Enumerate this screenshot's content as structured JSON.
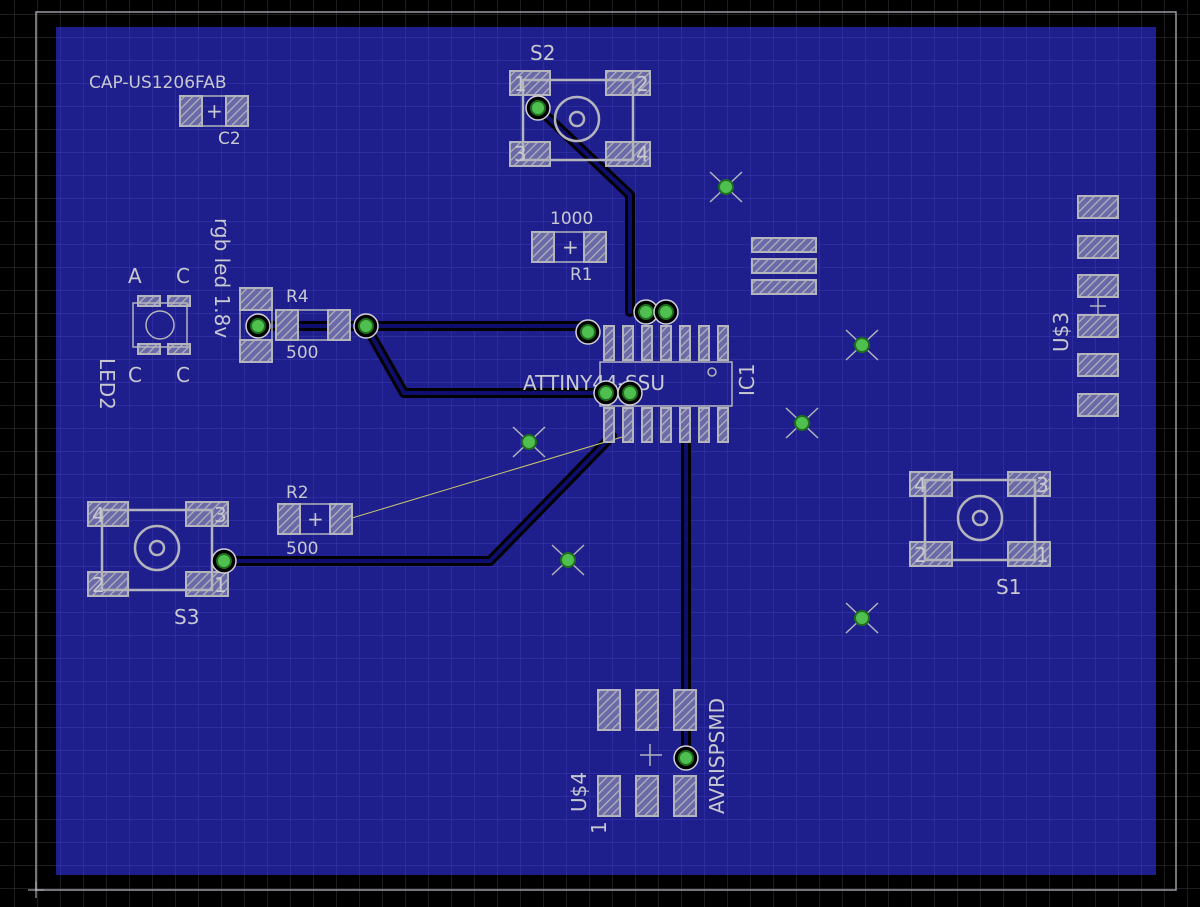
{
  "title": "",
  "colors": {
    "background": "#000000",
    "grid": "#3a3a3a",
    "board_fill": "#1e1e8c",
    "board_grid": "#3a3ab0",
    "silkscreen": "#c8c8d0",
    "trace": "#000000",
    "via": "#4fbf4f",
    "airwire": "#c8c870"
  },
  "labels": {
    "c2_value": "CAP-US1206FAB",
    "c2_name": "C2",
    "s2_name": "S2",
    "s2_pin1": "1",
    "s2_pin2": "2",
    "s2_pin3": "3",
    "s2_pin4": "4",
    "r1_value": "1000",
    "r1_name": "R1",
    "led_anode": "A",
    "led_cathode_tr": "C",
    "led_cathode_bl": "C",
    "led_cathode_br": "C",
    "led_name": "LED2",
    "led_value": "rgb led 1.8v",
    "r4_name": "R4",
    "r4_value": "500",
    "ic_value": "ATTINY44-SSU",
    "ic_name": "IC1",
    "r2_name": "R2",
    "r2_value": "500",
    "s3_name": "S3",
    "s3_pin1": "1",
    "s3_pin2": "2",
    "s3_pin3": "3",
    "s3_pin4": "4",
    "s1_name": "S1",
    "s1_pin1": "1",
    "s1_pin2": "2",
    "s1_pin3": "3",
    "s1_pin4": "4",
    "u3_name": "U$3",
    "u4_name": "U$4",
    "u4_pin1": "1",
    "avr_value": "AVRISPSMD",
    "c2_pin_mark": "+",
    "r1_pin_mark": "+",
    "r2_pin_mark": "+"
  }
}
